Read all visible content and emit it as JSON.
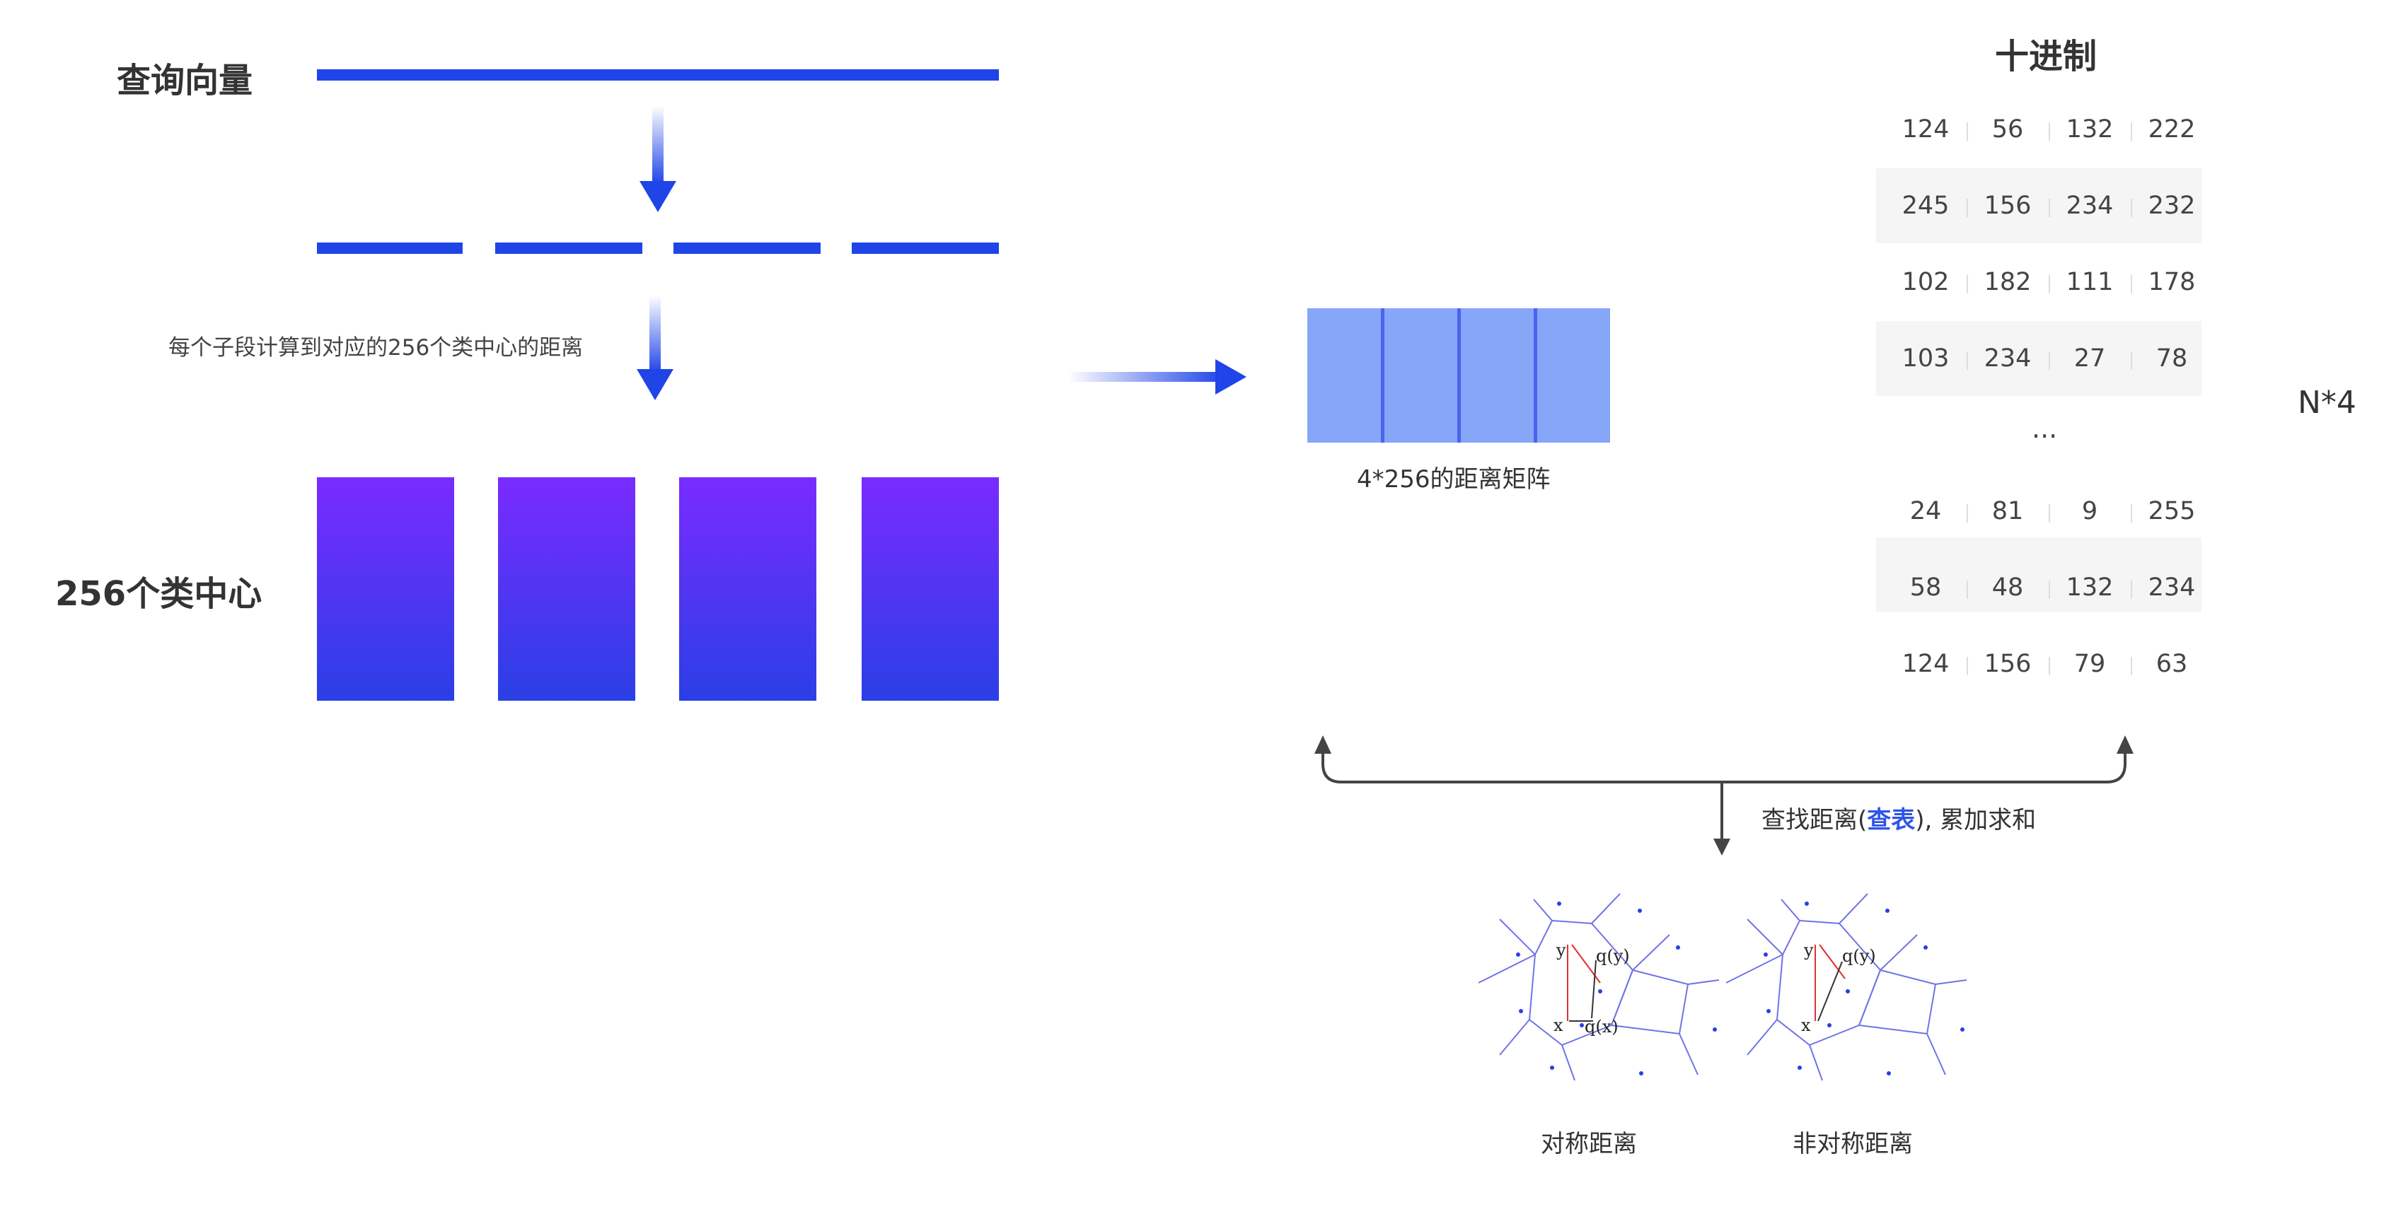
{
  "labels": {
    "query_vector": "查询向量",
    "subsegment_note": "每个子段计算到对应的256个类中心的距离",
    "centroids": "256个类中心",
    "distance_matrix": "4*256的距离矩阵",
    "decimal": "十进制",
    "n_by_4": "N*4",
    "ellipsis": "...",
    "lookup_prefix": "查找距离(",
    "lookup_highlight": "查表",
    "lookup_suffix": "), 累加求和",
    "symmetric": "对称距离",
    "asymmetric": "非对称距离"
  },
  "diagram_labels": {
    "y": "y",
    "qy": "q(y)",
    "x": "x",
    "qx": "q(x)"
  },
  "codes_rows": [
    [
      "124",
      "56",
      "132",
      "222"
    ],
    [
      "245",
      "156",
      "234",
      "232"
    ],
    [
      "102",
      "182",
      "111",
      "178"
    ],
    [
      "103",
      "234",
      "27",
      "78"
    ],
    [
      "24",
      "81",
      "9",
      "255"
    ],
    [
      "58",
      "48",
      "132",
      "234"
    ],
    [
      "124",
      "156",
      "79",
      "63"
    ]
  ],
  "colors": {
    "vector_blue": "#1f44e8",
    "centroid_top": "#7a2bff",
    "centroid_bottom": "#2a3fe6",
    "matrix_fill": "#86a6f8",
    "matrix_divider": "#4a63f0",
    "voronoi_line": "#6f74e6",
    "red_line": "#e03030",
    "connector": "#444444"
  }
}
